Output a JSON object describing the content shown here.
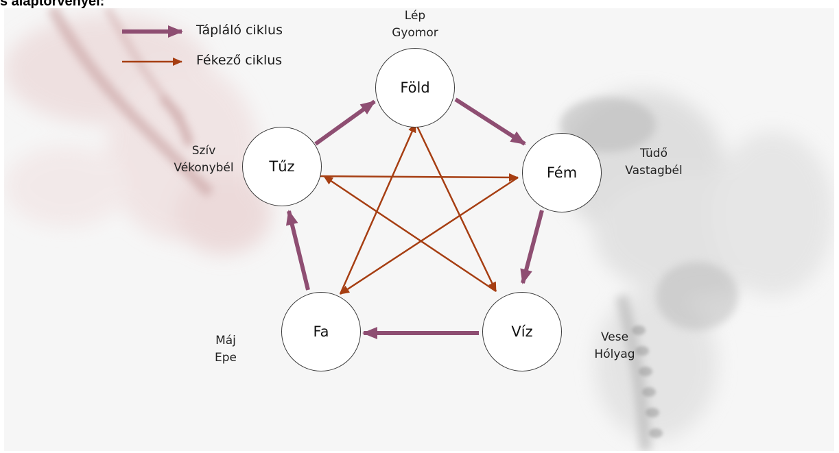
{
  "title": "s alaptörvényei:",
  "legend": {
    "nourishing": "Tápláló ciklus",
    "controlling": "Fékező ciklus"
  },
  "colors": {
    "nourishing": "#8e4e72",
    "controlling": "#a63e12",
    "node_border": "#3a3a3a"
  },
  "elements": {
    "fold": "Föld",
    "fem": "Fém",
    "viz": "Víz",
    "fa": "Fa",
    "tuz": "Tűz"
  },
  "organs": {
    "fold": [
      "Lép",
      "Gyomor"
    ],
    "fem": [
      "Tüdő",
      "Vastagbél"
    ],
    "viz": [
      "Vese",
      "Hólyag"
    ],
    "fa": [
      "Máj",
      "Epe"
    ],
    "tuz": [
      "Szív",
      "Vékonybél"
    ]
  }
}
